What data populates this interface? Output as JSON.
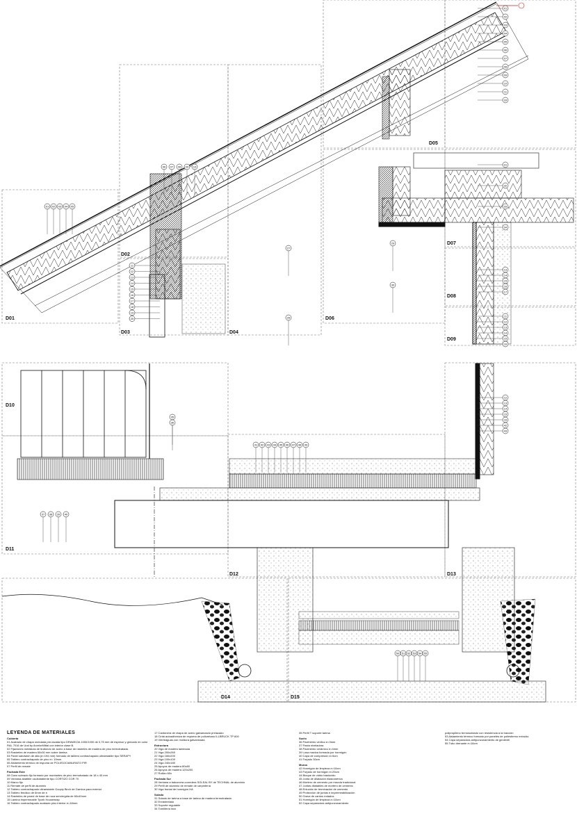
{
  "panels": [
    "D01",
    "D02",
    "D03",
    "D04",
    "D05",
    "D06",
    "D07",
    "D08",
    "D09",
    "D10",
    "D11",
    "D12",
    "D13",
    "D14",
    "D15"
  ],
  "callouts": {
    "d01": [
      "01",
      "02",
      "03",
      "04",
      "05"
    ],
    "d02": [
      "06",
      "07",
      "08",
      "09",
      "10"
    ],
    "d03": [
      "11",
      "12",
      "13",
      "14",
      "15",
      "16",
      "17",
      "18",
      "19",
      "25"
    ],
    "d04": [
      "27",
      "28"
    ],
    "d05": [
      "01",
      "02",
      "03",
      "04",
      "05",
      "06",
      "07",
      "08",
      "09",
      "10",
      "11",
      "33"
    ],
    "d06": [
      "29",
      "30"
    ],
    "d07": [
      "31",
      "32",
      "33",
      "34"
    ],
    "d08": [
      "13",
      "14",
      "15",
      "16",
      "17"
    ],
    "d09": [
      "11",
      "12",
      "13",
      "14",
      "15",
      "16"
    ],
    "d10": [
      "35",
      "36"
    ],
    "d11": [
      "37",
      "38",
      "39",
      "40"
    ],
    "d12": [
      "41",
      "42",
      "43",
      "44",
      "45",
      "46",
      "47",
      "48",
      "49"
    ],
    "d13": [
      "12",
      "13",
      "14",
      "15",
      "16",
      "42",
      "43"
    ],
    "d15": [
      "50",
      "51",
      "52",
      "53",
      "54",
      "55"
    ]
  },
  "legend": {
    "title": "LEYENDA DE MATERIALES",
    "columns": [
      {
        "sections": [
          {
            "heading": "Cubierta",
            "lines": [
              "01 Acabado de chapa ondulada pre-lacada tipo DRAWKOA 1000/1000 de 0,75 mm de espesor y grecado en color RAL 7016 de Ural by ArcelorMittal con interior clase B.",
              "02 Fijaciones metálicas de tirafondo de acero a base de rastreles de madera de pino termotratada.",
              "03 Rastreles de madera 60x30 mm sobre lámina",
              "04 Panel sándwich de alta (e=194 mm) formado de tablero contrachapado ultraestable tipo SERAPY",
              "05 Tablero contrachapado de pino e= 19mm",
              "06 Aislamiento térmico de espuma de POLIISOCIANURATO PIR",
              "07 Perfil de remate"
            ]
          },
          {
            "heading": "Fachada Este",
            "lines": [
              "08 Claro sobrado fijo formado por montantes de pino termotratado de 18 x 40 mm",
              "09 Ventana abatible oscilobatiente tipo CORTIZO COR 70",
              "10 Marco fijo",
              "11 Remate de perfil de aluminio",
              "12 Tablero contrachapado ultraestable Gooply Birch de Garnica para exterior",
              "13 Tablero fenólico de 6mm de e",
              "14 Rastreles de pared de base de roca semirrígida de 60x40mm",
              "15 Lámina impermeable Tyvek Housewrap",
              "16 Tablero contrachapado acabado pino interior e=18mm"
            ]
          }
        ]
      },
      {
        "sections": [
          {
            "heading": "",
            "lines": [
              "17 Cantonera de chapa de acero galvanizado prelacado",
              "18 Cinta autoadhesiva de espuma de poliuretano ILLBRUCK TP 600",
              "19 Vierteaguas con moldura galvanizada"
            ]
          },
          {
            "heading": "Estructura",
            "lines": [
              "20 Viga de madera laminada",
              "21 Viga 200x260",
              "22 Viga 160x200",
              "23 Viga 100x100",
              "24 Viga 240x180",
              "25 Apoyos de madera 80x80",
              "26 Apoyos de madera 120x200",
              "27 Rollizo 60x"
            ]
          },
          {
            "heading": "Fachada Sur",
            "lines": [
              "28 Ventana a balconera corredera SOLEAL BY de TECHNAL de aluminio",
              "29 Perfil de aluminio de remate de carpintería",
              "30 Viga frontal de hormigón HA"
            ]
          },
          {
            "heading": "Solado",
            "lines": [
              "31 Solado de tarima a base de tarima de madera termotratada",
              "32 Enrastrelado",
              "33 Soporte regulable",
              "34 Tornillería inox"
            ]
          }
        ]
      },
      {
        "sections": [
          {
            "heading": "",
            "lines": [
              "35 Perfil T soporte tarima"
            ]
          },
          {
            "heading": "Suelo",
            "lines": [
              "36 Pavimento vinílico e=3mm",
              "37 Pasta niveladora",
              "38 Pavimento cerámico e=4mm",
              "39 Losa maciza formada por hormigón",
              "40 Capa de compresión e=5cm",
              "41 Forjado 30cm"
            ]
          },
          {
            "heading": "Muros",
            "lines": [
              "42 Hormigón de limpieza e=10cm",
              "43 Forjado de hormigón e=25cm",
              "44 Bloque de vidrio traslúcido",
              "45 Junta de dilatación elastomérica",
              "46 Mortero de cemento por mezcla tradicional",
              "47 Juntas dilatables de mortero de cemento",
              "48 Enlucido de terminación de cemento",
              "49 Protección de juntas e impermeabilización",
              "50 Grava de cantos rodados",
              "51 Hormigón de limpieza e=10cm",
              "52 Capa separadora antipunzonamiento"
            ]
          }
        ]
      },
      {
        "sections": [
          {
            "heading": "",
            "lines": [
              "polipropileno termosoldado con resistencia a la tracción",
              "53 Aislamiento térmico formado por paneles de poliestireno extruido",
              "54 Capa separadora antipunzonamiento de geotextil",
              "55 Tubo drenante e=16cm"
            ]
          }
        ]
      }
    ]
  },
  "colors": {
    "line": "#111111",
    "accent": "#d11f1f",
    "dim": "#2a55c8"
  }
}
